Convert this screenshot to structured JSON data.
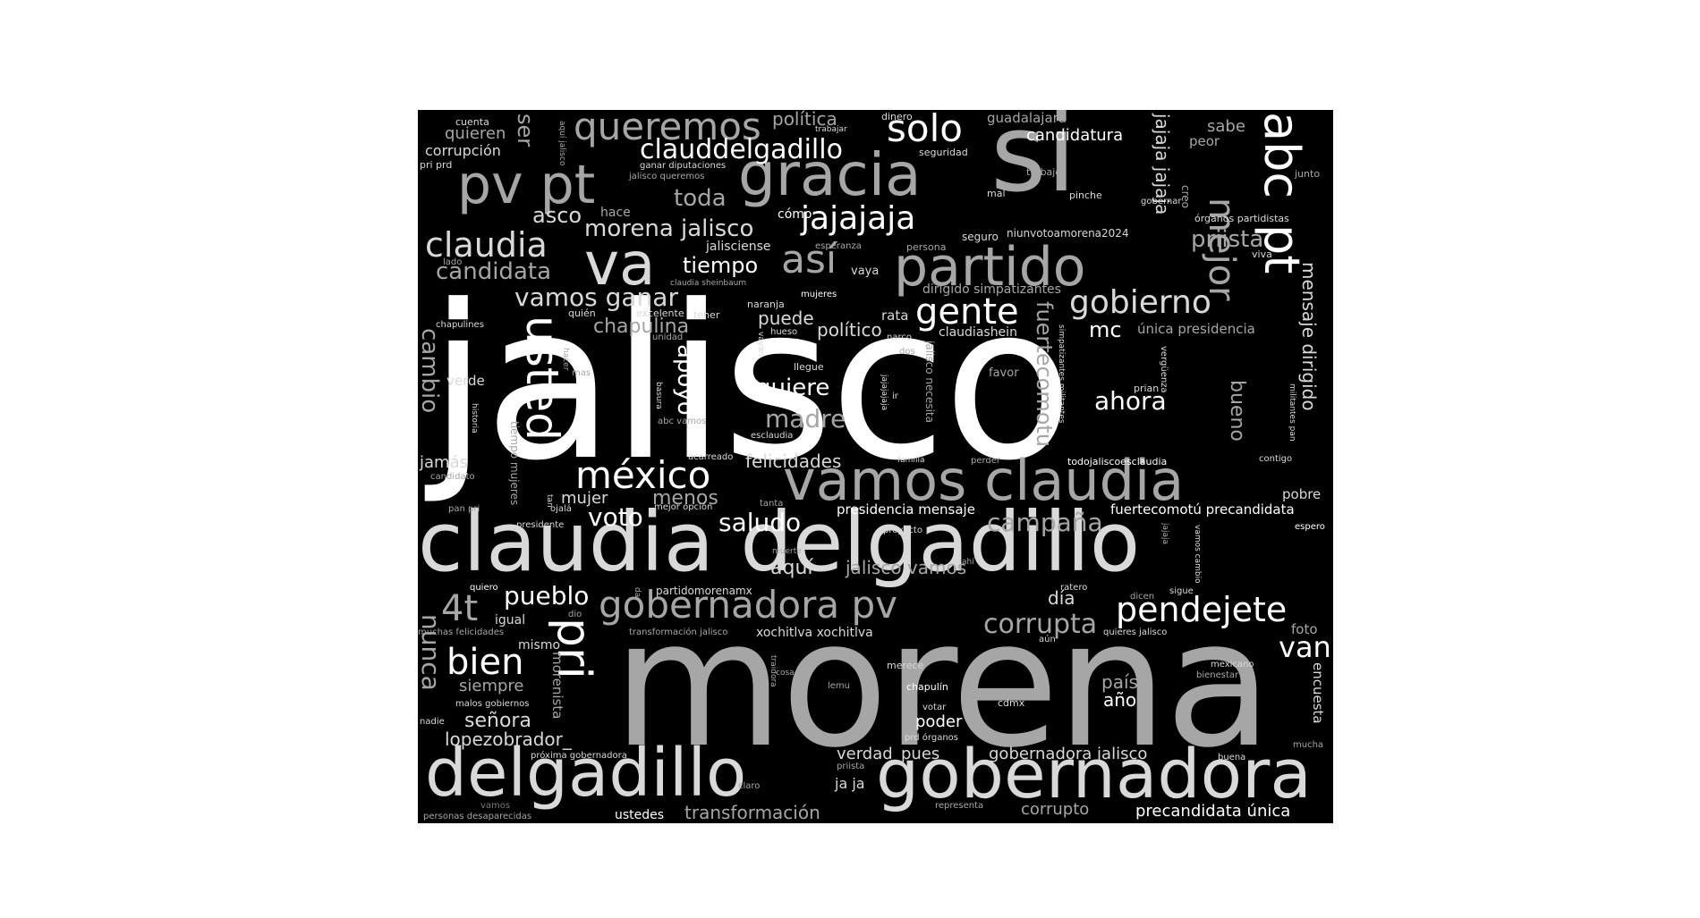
{
  "colors": {
    "background": "#000000",
    "page": "#ffffff",
    "white": "#ffffff",
    "light": "#d9d9d9",
    "mid": "#a6a6a6",
    "dark": "#7a7a7a"
  },
  "words": {
    "jalisco": "jalisco",
    "morena": "morena",
    "claudia_delgadillo": "claudia delgadillo",
    "delgadillo": "delgadillo",
    "gobernadora": "gobernadora",
    "si": "si",
    "vamos_claudia": "vamos claudia",
    "gracia": "gracia",
    "partido": "partido",
    "va": "va",
    "pv_pt": "pv pt",
    "pt": "pt",
    "abc": "abc",
    "usted": "usted",
    "pri": "pri",
    "mexico": "méxico",
    "gobernadora_pv": "gobernadora pv",
    "pendejete": "pendejete",
    "queremos": "queremos",
    "solo": "solo",
    "claudia": "claudia",
    "mejor": "mejor",
    "asi": "así",
    "jajajaja": "jajajaja",
    "gobierno": "gobierno",
    "gente": "gente",
    "claudelgadillo": "clauddelgadillo",
    "morena_jalisco": "morena jalisco",
    "bien": "bien",
    "4t": "4t",
    "van": "van",
    "ahora": "ahora",
    "campana": "campaña",
    "corrupta": "corrupta",
    "saludo": "saludo",
    "voto": "voto",
    "pueblo": "pueblo",
    "nunca": "nunca",
    "candidata": "candidata",
    "vamos_ganar": "vamos ganar",
    "apoyo": "apoyo",
    "quiere": "quiere",
    "madre": "madre",
    "tiempo": "tiempo",
    "chapulina": "chapulina",
    "priista": "priista",
    "toda": "toda",
    "asco": "asco",
    "ser": "ser",
    "quieren": "quieren",
    "corrupcion": "corrupción",
    "candidatura": "candidatura",
    "politica": "política",
    "guadalajara": "guadalajara",
    "sabe": "sabe",
    "peor": "peor",
    "jajaja_jajaja": "jajaja jajaja",
    "mensaje_dirigido": "mensaje dirigido",
    "cambio": "cambio",
    "fuertecomotu": "fuertecomotu",
    "felicidades": "felicidades",
    "mujer": "mujer",
    "menos": "menos",
    "puede": "puede",
    "politico": "político",
    "mc": "mc",
    "bueno": "bueno",
    "aqui": "aquí",
    "jalisco_vamos": "jalisco vamos",
    "dia": "día",
    "senora": "señora",
    "siempre": "siempre",
    "lopezobrador": "lopezobrador_",
    "verdad": "verdad",
    "pues": "pues",
    "gobernadora_jalisco": "gobernadora jalisco",
    "corrupto": "corrupto",
    "precandidata_unica": "precandidata única",
    "transformacion": "transformación",
    "ustedes": "ustedes",
    "ja_ja": "ja ja",
    "poder": "poder",
    "pais": "país",
    "ano": "año",
    "encuesta": "encuesta",
    "morenista": "morenista",
    "jamas": "jamás",
    "verde": "verde",
    "unica_presidencia": "única presidencia",
    "presidencia_mensaje": "presidencia mensaje",
    "fuertecomotu_precandidata": "fuertecomotú precandidata",
    "pobre": "pobre",
    "foto": "foto",
    "igual": "igual",
    "mismo": "mismo",
    "rata": "rata",
    "claudiashein": "claudiashein",
    "dirigido_simpatizantes": "dirigido simpatizantes",
    "jalisciense": "jalisciense",
    "hace": "hace",
    "como": "cómo",
    "niunvotoamorena2024": "niunvotoamorena2024",
    "seguro": "seguro",
    "organos_partidistas": "órganos partidistas",
    "creo": "creo",
    "viva": "viva",
    "cuenta": "cuenta",
    "pri_prd": "pri prd",
    "aqui_jalisco": "aquí jalisco",
    "ganar_diputaciones": "ganar diputaciones",
    "jalisco_queremos": "jalisco queremos",
    "trabajar": "trabajar",
    "dinero": "dinero",
    "seguridad": "seguridad",
    "trabajo": "trabajo",
    "mal": "mal",
    "pinche": "pinche",
    "gobernar": "gobernar",
    "junto": "junto",
    "esperanza": "esperanza",
    "persona": "persona",
    "vaya": "vaya",
    "lado": "lado",
    "claudia_sheinbaum": "claudia sheinbaum",
    "mujeres": "mujeres",
    "naranja": "naranja",
    "quien": "quién",
    "excelente": "excelente",
    "tener": "tener",
    "chapulines": "chapulines",
    "unidad": "unidad",
    "hueso": "hueso",
    "vayan": "vayan",
    "narco": "narco",
    "dos": "dos",
    "jalisco_necesita": "jalisco necesita",
    "simpatizantes_militantes": "simpatizantes militantes",
    "verguenza": "vergüenza",
    "militantes_pan": "militantes pan",
    "hacer": "hacer",
    "mas": "mas",
    "llegue": "llegue",
    "favor": "favor",
    "prian": "prian",
    "ir": "ir",
    "jajajajaja": "jajajajaja",
    "basura": "basura",
    "abc_vamos": "abc vamos",
    "historia": "historia",
    "esclaudia": "esclaudia",
    "acarreado": "acarreado",
    "familia": "familia",
    "perder": "perder",
    "todojaliscoesclaudia": "todojaliscoesclaudia",
    "contigo": "contigo",
    "candidato": "candidato",
    "tiempo_mujeres": "tiempo mujeres",
    "pan_pri": "pan pri",
    "tan": "tan",
    "ojala": "ojalá",
    "mejor_opcion": "mejor opción",
    "tanta": "tanta",
    "presidente": "presidente",
    "proyecto": "proyecto",
    "espero": "espero",
    "muerte": "muerte",
    "ahi": "ahí",
    "jajaja": "jajaja",
    "vamos_cambio": "vamos cambio",
    "quiero": "quiero",
    "da": "da",
    "partidomorenamx": "partidomorenamx",
    "ratero": "ratero",
    "dicen": "dicen",
    "sigue": "sigue",
    "dio": "dio",
    "muchas_felicidades": "muchas felicidades",
    "transformacion_jalisco": "transformación jalisco",
    "xochitlva_xochitlva": "xochitlva xochitlva",
    "aun": "aún",
    "quieres_jalisco": "quieres jalisco",
    "merece": "merece",
    "mexicano": "mexicano",
    "bienestar": "bienestar",
    "malos_gobiernos": "malos gobiernos",
    "traidora": "traidora",
    "cosa": "cosa",
    "lemu": "lemu",
    "chapulin": "chapulín",
    "cdmx": "cdmx",
    "votar": "votar",
    "nadie": "nadie",
    "prd_organos": "prd órganos",
    "mucha": "mucha",
    "proxima_gobernadora": "próxima gobernadora",
    "priista_small": "priista",
    "buena": "buena",
    "claro": "claro",
    "vamos": "vamos",
    "representa": "representa",
    "personas_desaparecidas": "personas desaparecidas"
  }
}
